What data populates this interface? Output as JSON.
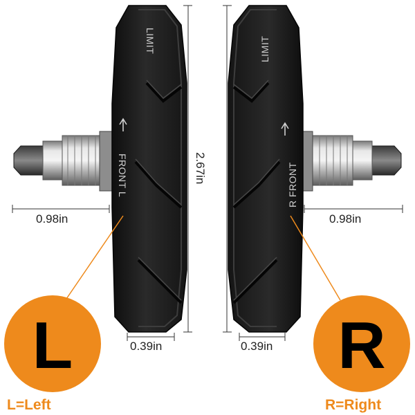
{
  "labels": {
    "pad_limit_left": "LIMIT",
    "pad_limit_right": "LIMIT",
    "pad_front_left": "FRONT L",
    "pad_front_right": "R FRONT",
    "dim_height": "2.67in",
    "dim_post_left": "0.98in",
    "dim_post_right": "0.98in",
    "dim_width_left": "0.39in",
    "dim_width_right": "0.39in",
    "badge_left": "L",
    "badge_right": "R",
    "caption_left": "L=Left",
    "caption_right": "R=Right"
  },
  "colors": {
    "accent": "#ee8a1c",
    "pad": "#1c1c1c",
    "metal": "#b9b9b9"
  }
}
